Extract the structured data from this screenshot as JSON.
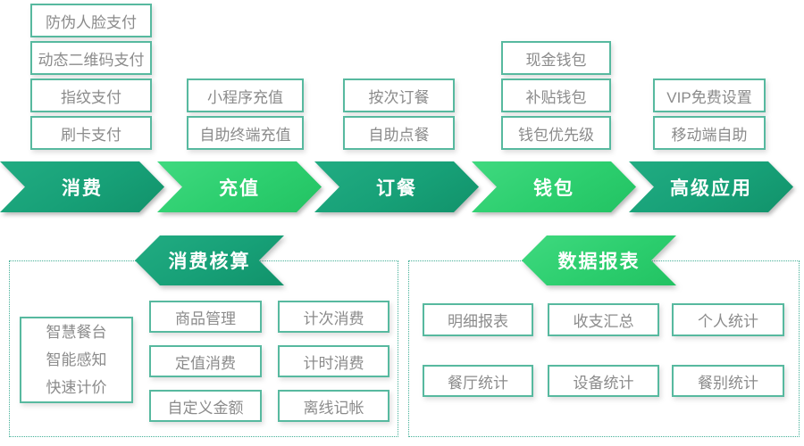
{
  "flow": {
    "stages": [
      {
        "label": "消费",
        "variant": "dark",
        "features": [
          "防伪人脸支付",
          "动态二维码支付",
          "指纹支付",
          "刷卡支付"
        ]
      },
      {
        "label": "充值",
        "variant": "bright",
        "features": [
          "小程序充值",
          "自助终端充值"
        ]
      },
      {
        "label": "订餐",
        "variant": "dark",
        "features": [
          "按次订餐",
          "自助点餐"
        ]
      },
      {
        "label": "钱包",
        "variant": "bright",
        "features": [
          "现金钱包",
          "补贴钱包",
          "钱包优先级"
        ]
      },
      {
        "label": "高级应用",
        "variant": "dark",
        "features": [
          "VIP免费设置",
          "移动端自助"
        ]
      }
    ]
  },
  "sections": [
    {
      "banner": "消费核算",
      "variant": "dark",
      "highlight": [
        "智慧餐台",
        "智能感知",
        "快速计价"
      ],
      "items": [
        "商品管理",
        "计次消费",
        "定值消费",
        "计时消费",
        "自定义金额",
        "离线记帐"
      ]
    },
    {
      "banner": "数据报表",
      "variant": "bright",
      "items": [
        "明细报表",
        "收支汇总",
        "个人统计",
        "餐厅统计",
        "设备统计",
        "餐别统计"
      ]
    }
  ],
  "colors": {
    "dark_green": "#17A077",
    "bright_green": "#2CCE6E",
    "box_border": "#57B99F",
    "text_gray": "#8B8B8B",
    "dashed_border": "#43AF97"
  }
}
